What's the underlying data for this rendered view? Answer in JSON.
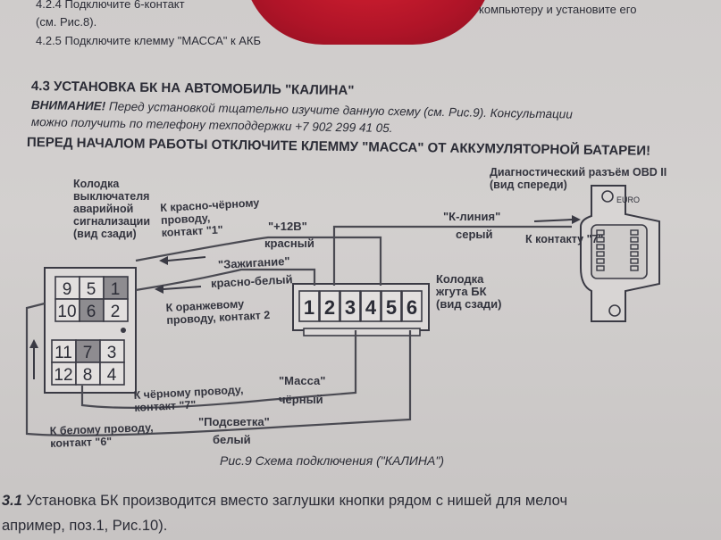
{
  "top_lines": {
    "l1_a": "4.2.4 Подключите 6-контакт",
    "l1_b": "компьютеру и установите его",
    "l2": "(см. Рис.8).",
    "l3": "4.2.5 Подключите клемму \"МАССА\" к АКБ"
  },
  "section": {
    "title": "4.3 УСТАНОВКА БК НА АВТОМОБИЛЬ \"КАЛИНА\"",
    "warning_label": "ВНИМАНИЕ!",
    "warning_text": "Перед установкой тщательно изучите данную схему (см. Рис.9). Консультации",
    "warning_text2": "можно получить по телефону техподдержки +7 902 299 41 05.",
    "caution": "ПЕРЕД НАЧАЛОМ РАБОТЫ ОТКЛЮЧИТЕ КЛЕММУ \"МАССА\" ОТ АККУМУЛЯТОРНОЙ БАТАРЕИ!"
  },
  "diagram": {
    "hazard_block": [
      "Колодка",
      "выключателя",
      "аварийной",
      "сигнализации",
      "(вид сзади)"
    ],
    "hazard_pins_top": [
      [
        "9",
        "5",
        "1"
      ],
      [
        "10",
        "6",
        "2"
      ]
    ],
    "hazard_pins_bottom": [
      [
        "11",
        "7",
        "3"
      ],
      [
        "12",
        "8",
        "4"
      ]
    ],
    "obd_title": "Диагностический разъём OBD II",
    "obd_sub": "(вид спереди)",
    "obd_euro": "EURO",
    "harness_block": [
      "Колодка",
      "жгута БК",
      "(вид сзади)"
    ],
    "harness_pins": [
      "1",
      "2",
      "3",
      "4",
      "5",
      "6"
    ],
    "wire_red_black": [
      "К красно-чёрному",
      "проводу,",
      "контакт \"1\""
    ],
    "plus12": "\"+12В\"",
    "red": "красный",
    "k_line": "\"К-линия\"",
    "gray": "серый",
    "to_contact7_obd": "К контакту \"7\"",
    "ignition": "\"Зажигание\"",
    "red_white": "красно-белый",
    "to_orange": [
      "К оранжевому",
      "проводу, контакт 2"
    ],
    "to_black": [
      "К чёрному проводу,",
      "контакт \"7\""
    ],
    "massa": "\"Масса\"",
    "black": "чёрный",
    "to_white": [
      "К белому проводу,",
      "контакт \"6\""
    ],
    "backlight": "\"Подсветка\"",
    "white": "белый",
    "caption": "Рис.9 Схема подключения (\"КАЛИНА\")"
  },
  "bottom_lines": {
    "l1_num": "3.1",
    "l1_text": "Установка БК производится вместо заглушки кнопки рядом с нишей для мелоч",
    "l2": "апример, поз.1, Рис.10)."
  }
}
